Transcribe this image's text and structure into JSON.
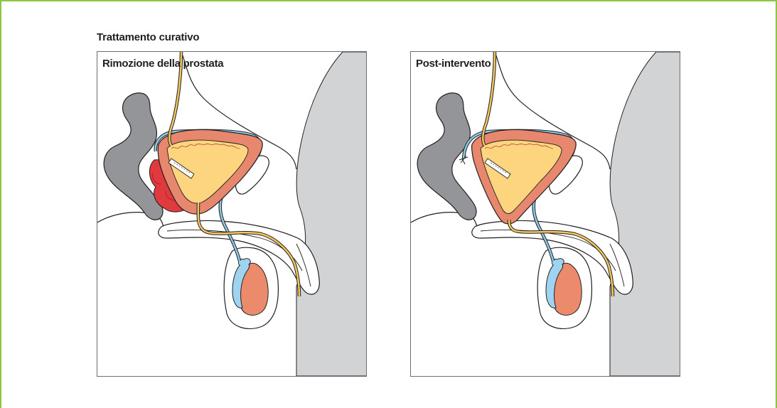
{
  "figure": {
    "title": "Trattamento curativo",
    "colors": {
      "frame_border": "#8dc63f",
      "panel_border": "#6d6e71",
      "body_shade": "#d1d3d4",
      "rectum": "#939598",
      "bladder_wall": "#e7886e",
      "bladder_interior": "#fdd57e",
      "prostate": "#e0393e",
      "prostate_dark": "#b8262b",
      "urethra": "#f4c95d",
      "vas_deferens": "#8ecbe9",
      "testis": "#ec8a6c",
      "epididymis": "#9fd4f1",
      "outline": "#231f20"
    },
    "panels": [
      {
        "title": "Rimozione della prostata",
        "shows_prostate": true,
        "shows_catheter": true,
        "shows_suture": false
      },
      {
        "title": "Post-intervento",
        "shows_prostate": false,
        "shows_catheter": true,
        "shows_suture": true
      }
    ]
  }
}
